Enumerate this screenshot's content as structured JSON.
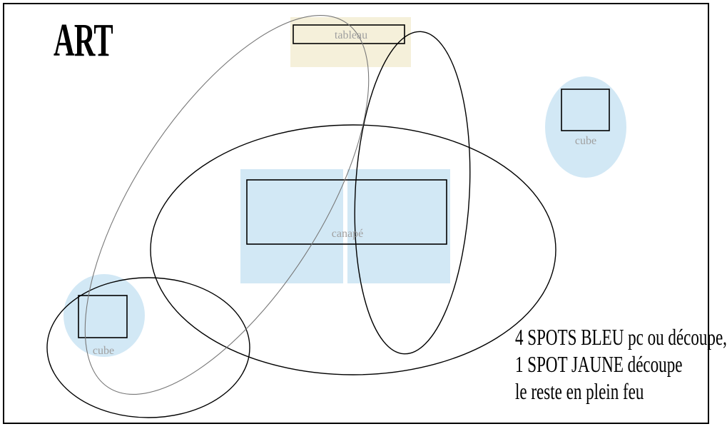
{
  "title": "ART",
  "labels": {
    "tableau": "tableau",
    "canape": "canapé",
    "cube_right": "cube",
    "cube_left": "cube"
  },
  "notes": [
    "4 SPOTS BLEU pc ou découpe,",
    "1 SPOT JAUNE découpe",
    "le reste en plein feu"
  ],
  "colors": {
    "blue_zone": "#d2e8f5",
    "yellow_zone": "#f5f0da",
    "label_gray": "#a0a0a0",
    "stroke": "#000000",
    "thin_stroke": "#777777"
  }
}
